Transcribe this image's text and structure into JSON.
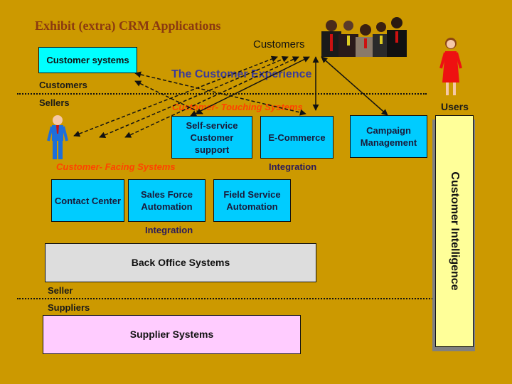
{
  "title": "Exhibit (extra) CRM Applications",
  "labels": {
    "customers_top": "Customers",
    "customer_experience": "The Customer Experience",
    "customers_left": "Customers",
    "sellers": "Sellers",
    "users": "Users",
    "customer_touching": "Customer- Touching Systems",
    "customer_facing": "Customer- Facing Systems",
    "integration_1": "Integration",
    "integration_2": "Integration",
    "seller": "Seller",
    "suppliers": "Suppliers"
  },
  "boxes": {
    "customer_systems": "Customer systems",
    "self_service": "Self-service Customer support",
    "ecommerce": "E-Commerce",
    "campaign": "Campaign Management",
    "contact_center": "Contact Center",
    "sales_force": "Sales Force Automation",
    "field_service": "Field Service Automation",
    "back_office": "Back Office Systems",
    "supplier_systems": "Supplier Systems",
    "customer_intelligence": "Customer Intelligence"
  },
  "colors": {
    "background": "#cc9900",
    "system_box": "#00ccff",
    "customer_systems_box": "#00ffff",
    "back_office_box": "#dddddd",
    "supplier_box": "#ffccff",
    "intelligence_box": "#ffff99",
    "title": "#8b3a10",
    "experience": "#3a3a9a",
    "highlight": "#ff4400"
  },
  "icons": {
    "customers_group": "group-of-people-icon",
    "seller_person": "man-in-suit-icon",
    "user_person": "woman-in-red-icon"
  }
}
